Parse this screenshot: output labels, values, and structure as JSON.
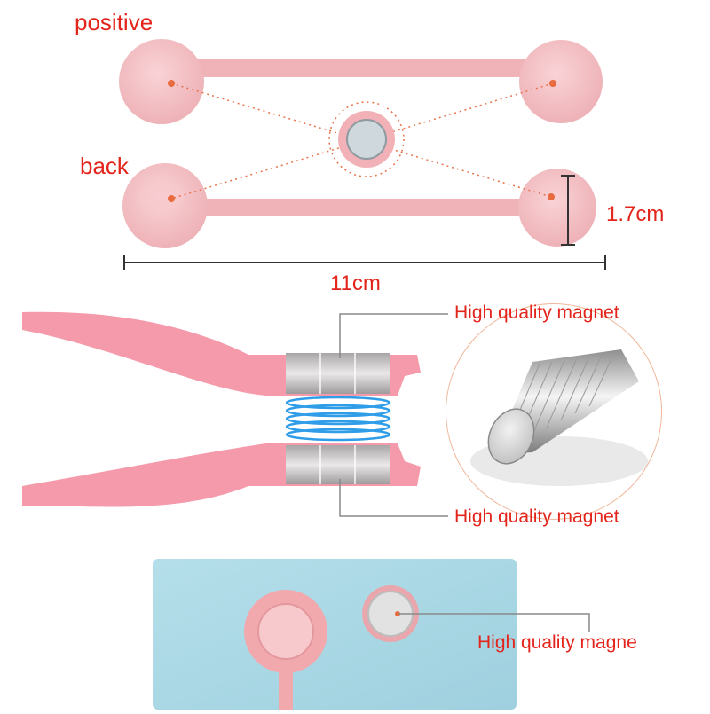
{
  "labels": {
    "positive": "positive",
    "back": "back",
    "height": "1.7cm",
    "width": "11cm",
    "magnet_top": "High quality magnet",
    "magnet_bottom": "High quality magnet",
    "magnet_photo": "High quality magne"
  },
  "colors": {
    "accent_text": "#e3241b",
    "strap_pink": "#f2b8bc",
    "band_pink": "#f59aaa",
    "magnet_metal": "#c9c6c8",
    "field_blue": "#2f9de8",
    "photo_bg": "#a9d8e6"
  }
}
